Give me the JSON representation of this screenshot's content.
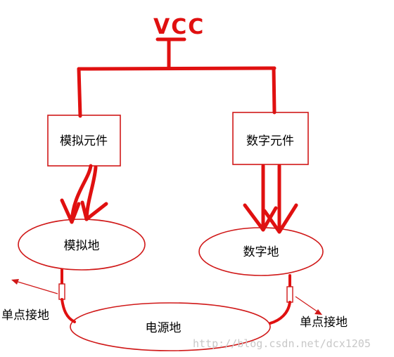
{
  "diagram": {
    "supply_label": "VCC",
    "analog_component_label": "模拟元件",
    "digital_component_label": "数字元件",
    "analog_ground_label": "模拟地",
    "digital_ground_label": "数字地",
    "power_ground_label": "电源地",
    "single_point_ground_left_label": "单点接地",
    "single_point_ground_right_label": "单点接地",
    "watermark": "http://blog.csdn.net/dcx1205",
    "colors": {
      "wire": "#e01010",
      "outline": "#d01818",
      "text": "#000000"
    }
  }
}
